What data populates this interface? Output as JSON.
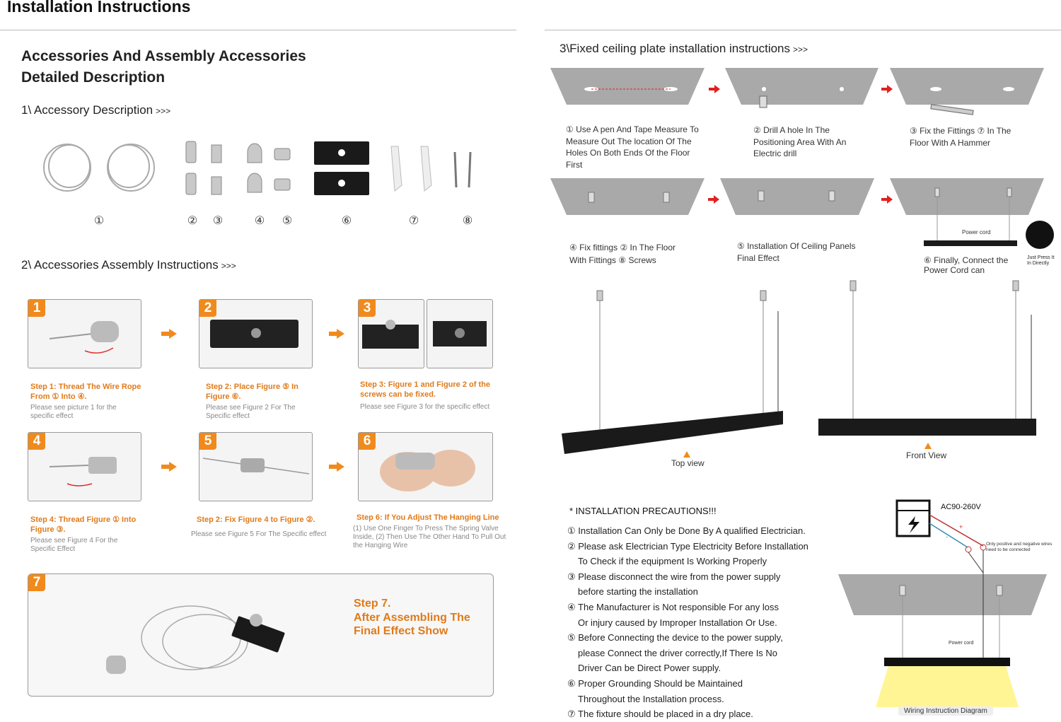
{
  "title": "Installation Instructions",
  "left": {
    "heading_line1": "Accessories And Assembly Accessories",
    "heading_line2": "Detailed Description",
    "section1": "1\\ Accessory Description",
    "section2": "2\\ Accessories Assembly Instructions",
    "chevron": ">>>",
    "numbers": [
      "①",
      "②",
      "③",
      "④",
      "⑤",
      "⑥",
      "⑦",
      "⑧"
    ],
    "steps": [
      {
        "badge": "1",
        "title": "Step 1: Thread The Wire Rope From ① Into ④.",
        "sub": "Please see picture 1 for the specific effect"
      },
      {
        "badge": "2",
        "title": "Step 2: Place Figure ⑤ In Figure ⑥.",
        "sub": "Please see Figure 2 For The Specific effect"
      },
      {
        "badge": "3",
        "title": "Step 3: Figure 1 and Figure 2 of the screws can be fixed.",
        "sub": "Please see Figure 3 for the specific effect"
      },
      {
        "badge": "4",
        "title": "Step 4: Thread Figure ① Into Figure ③.",
        "sub": "Please see Figure 4 For the Specific Effect"
      },
      {
        "badge": "5",
        "title": "Step 2: Fix Figure 4 to Figure ②.",
        "sub": "Please see Figure 5 For The Specific effect"
      },
      {
        "badge": "6",
        "title": "Step 6: If You Adjust The Hanging Line",
        "sub": "(1) Use One Finger To Press The Spring Valve Inside, (2) Then Use The Other Hand To Pull Out the Hanging Wire"
      }
    ],
    "step7_badge": "7",
    "step7_line1": "Step 7.",
    "step7_line2": "After Assembling The",
    "step7_line3": "Final Effect Show"
  },
  "right": {
    "heading": "3\\Fixed ceiling plate installation instructions",
    "chevron": ">>>",
    "captions": [
      "① Use A pen And Tape Measure To Measure Out The location Of The Holes On Both Ends Of the Floor First",
      "② Drill A hole In The Positioning Area With An Electric drill",
      "③ Fix the Fittings ⑦ In The Floor With A Hammer",
      "④ Fix fittings ② In The Floor With Fittings ⑧ Screws",
      "⑤ Installation Of Ceiling Panels Final Effect",
      "⑥ Finally, Connect the Power Cord can"
    ],
    "power_cord": "Power cord",
    "just_press": "Just Press It In Directly",
    "top_view": "Top view",
    "front_view": "Front View",
    "precautions_title": "* INSTALLATION PRECAUTIONS!!!",
    "precautions": [
      "① Installation Can Only be Done By A qualified Electrician.",
      "② Please ask Electrician Type Electricity Before Installation",
      "To Check if the equipment Is Working Properly",
      "③ Please disconnect the wire from the power supply",
      "before starting the installation",
      "④ The Manufacturer is Not responsible For any loss",
      "Or injury caused by Improper Installation Or Use.",
      "⑤ Before Connecting the device to the power supply,",
      "please Connect the driver correctly,If There Is No",
      "Driver Can be Direct Power supply.",
      "⑥ Proper Grounding Should be Maintained",
      "Throughout the Installation process.",
      "⑦ The fixture should be placed in a dry place."
    ],
    "voltage": "AC90-260V",
    "wire_note": "Only positive and negative wires need to be connected",
    "plus": "+",
    "minus": "-",
    "wiring_label": "Wiring Instruction Diagram"
  },
  "colors": {
    "accent": "#f08a1c",
    "red": "#e02020",
    "panel": "#a9a9a9"
  }
}
